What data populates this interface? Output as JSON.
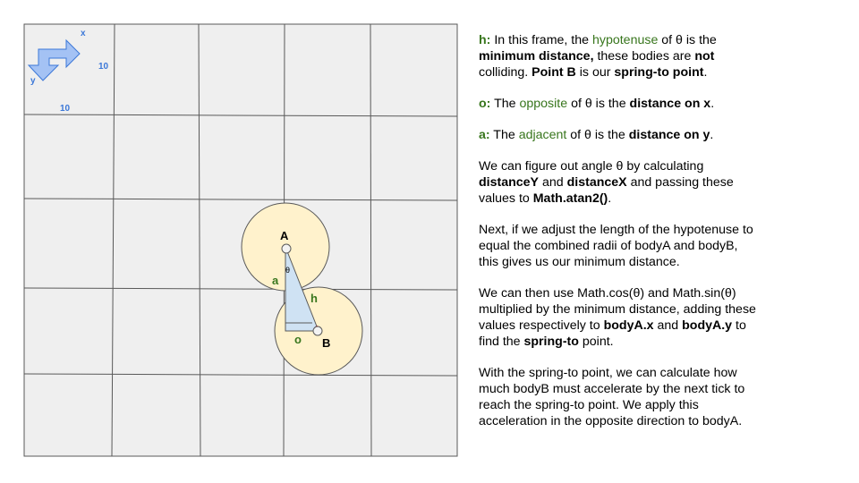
{
  "diagram": {
    "axis_labels": {
      "x": "x",
      "y": "y"
    },
    "scale_labels": {
      "x_unit": "10",
      "y_unit": "10"
    },
    "points": {
      "a_label": "A",
      "b_label": "B"
    },
    "triangle": {
      "theta": "θ",
      "hyp": "h",
      "adj": "a",
      "opp": "o"
    },
    "colors": {
      "grid_bg": "#efefef",
      "grid_line": "#595959",
      "body_fill": "#fff2cc",
      "triangle_fill": "#cfe2f3",
      "arrow_fill": "#a4c2f4",
      "arrow_stroke": "#3c78d8",
      "label_blue": "#3c78d8",
      "label_green": "#38761d",
      "right_angle": "#cc0000"
    }
  },
  "panel": {
    "p1": {
      "key": "h:",
      "t1": " In this frame, the ",
      "term": "hypotenuse",
      "t2": " of θ is the ",
      "b1": "minimum distance,",
      "t3": " these bodies are ",
      "b2": "not",
      "t4": " colliding.  ",
      "b3": "Point B",
      "t5": " is our ",
      "b4": "spring-to point",
      "t6": "."
    },
    "p2": {
      "key": "o:",
      "t1": " The ",
      "term": "opposite",
      "t2": " of θ is the ",
      "b1": "distance on x",
      "t3": "."
    },
    "p3": {
      "key": "a:",
      "t1": " The ",
      "term": "adjacent",
      "t2": " of θ is the ",
      "b1": "distance on y",
      "t3": "."
    },
    "p4": {
      "t1": "We can figure out angle θ by calculating ",
      "b1": "distanceY",
      "t2": " and ",
      "b2": "distanceX",
      "t3": " and passing these values to ",
      "b3": "Math.atan2()",
      "t4": "."
    },
    "p5": {
      "t1": "Next, if we adjust the length of the hypotenuse to equal the combined radii of bodyA and bodyB, this gives us our minimum distance."
    },
    "p6": {
      "t1": "We can then use Math.cos(θ) and Math.sin(θ) multiplied by the minimum distance, adding these values respectively to ",
      "b1": "bodyA.x",
      "t2": " and ",
      "b2": "bodyA.y",
      "t3": " to find the ",
      "b3": "spring-to",
      "t4": " point."
    },
    "p7": {
      "t1": "With the spring-to point, we can calculate how much bodyB must accelerate by the next tick to reach the spring-to point. We apply this acceleration in the opposite direction to bodyA."
    }
  }
}
